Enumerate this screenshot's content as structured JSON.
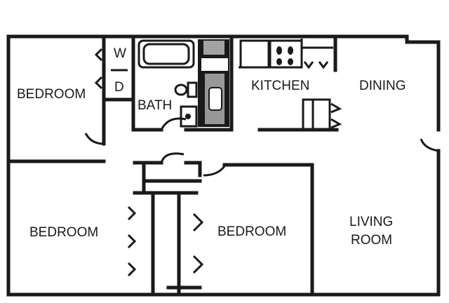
{
  "rooms": {
    "bedroom_1": "BEDROOM",
    "washer": "W",
    "dryer": "D",
    "bath": "BATH",
    "kitchen": "KITCHEN",
    "dining": "DINING",
    "bedroom_2": "BEDROOM",
    "bedroom_3": "BEDROOM",
    "living_line1": "LIVING",
    "living_line2": "ROOM"
  }
}
